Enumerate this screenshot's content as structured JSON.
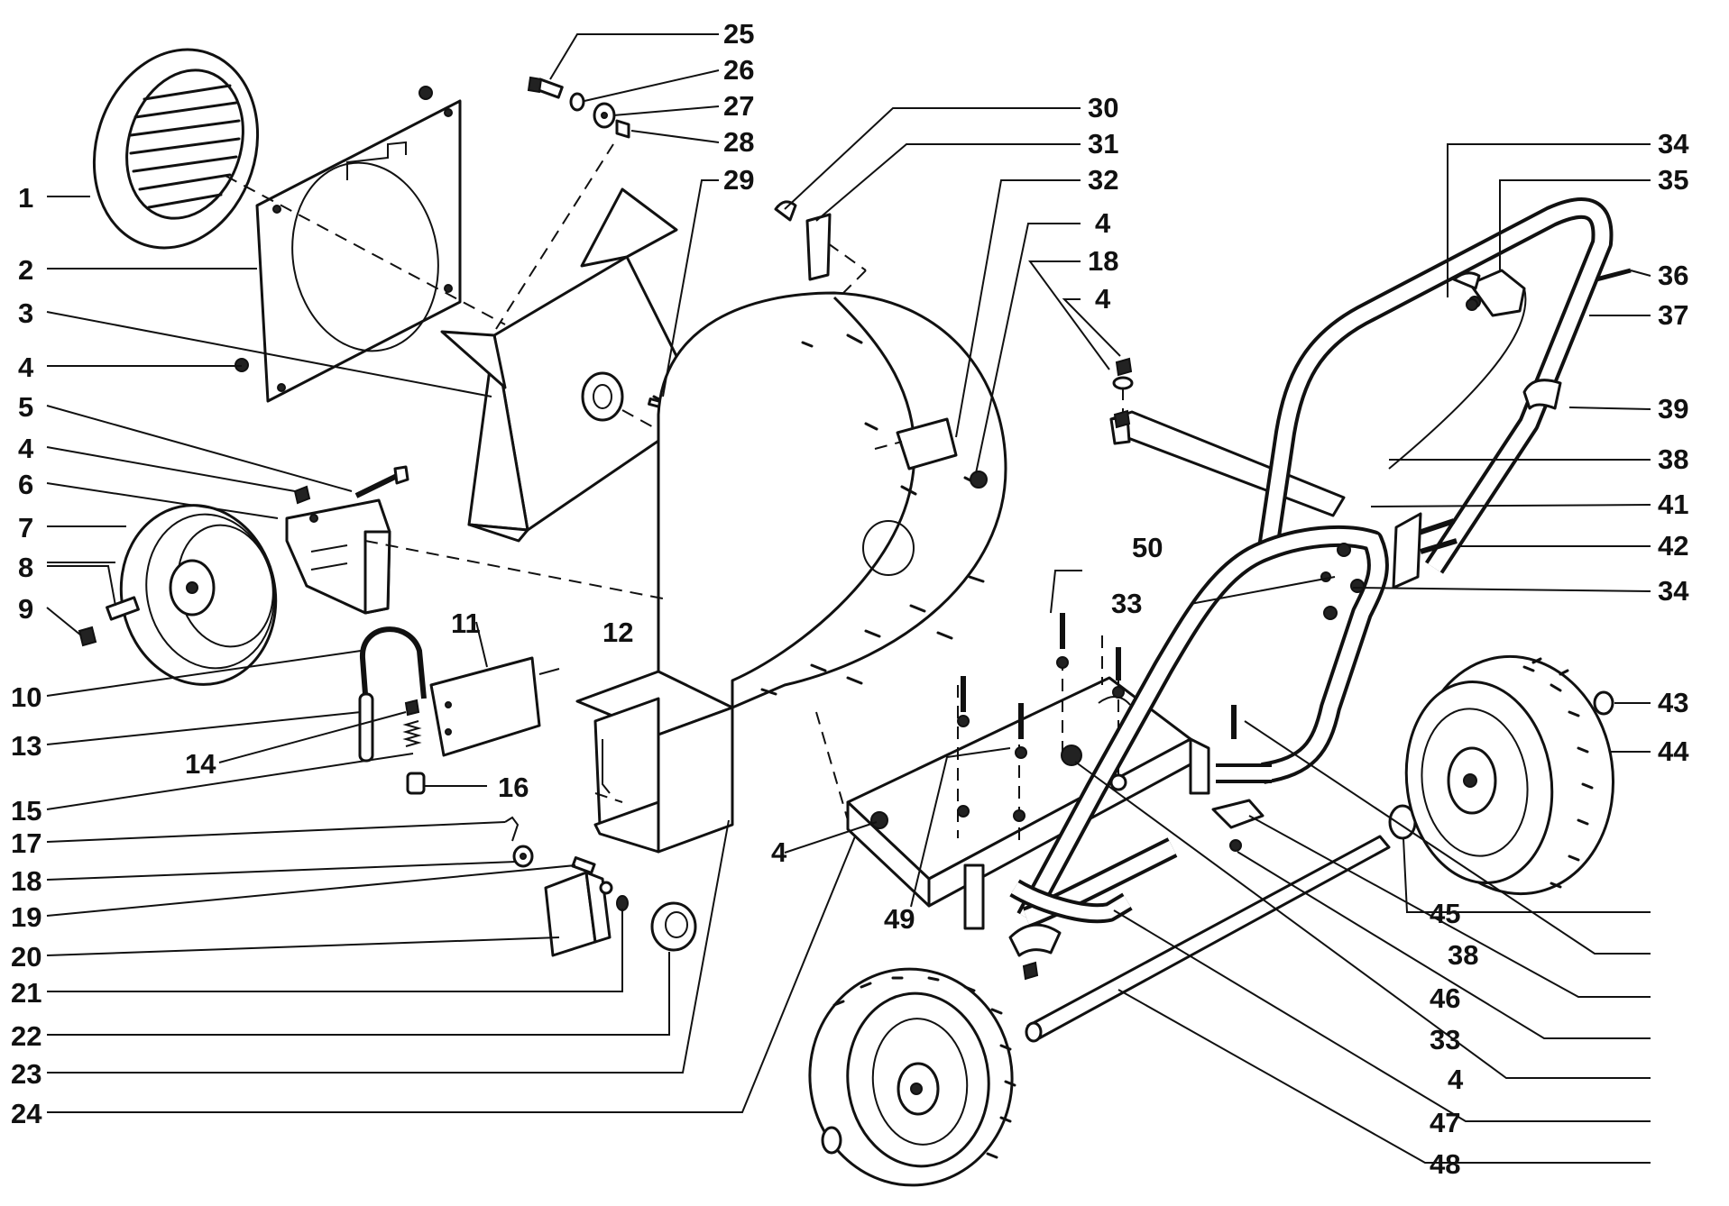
{
  "callouts": {
    "c1": "1",
    "c2": "2",
    "c3": "3",
    "c4a": "4",
    "c5": "5",
    "c4b": "4",
    "c6": "6",
    "c7": "7",
    "c8": "8",
    "c9": "9",
    "c10": "10",
    "c11": "11",
    "c12": "12",
    "c13": "13",
    "c14": "14",
    "c15": "15",
    "c16": "16",
    "c17": "17",
    "c18a": "18",
    "c19": "19",
    "c20": "20",
    "c21": "21",
    "c22": "22",
    "c23": "23",
    "c24": "24",
    "c25": "25",
    "c26": "26",
    "c27": "27",
    "c28": "28",
    "c29": "29",
    "c30": "30",
    "c31": "31",
    "c32": "32",
    "c4c": "4",
    "c18b": "18",
    "c4d": "4",
    "c34a": "34",
    "c35": "35",
    "c36": "36",
    "c37": "37",
    "c39": "39",
    "c38a": "38",
    "c41": "41",
    "c42": "42",
    "c50": "50",
    "c33a": "33",
    "c34b": "34",
    "c43": "43",
    "c44": "44",
    "c4e": "4",
    "c49": "49",
    "c45": "45",
    "c38b": "38",
    "c46": "46",
    "c33b": "33",
    "c4f": "4",
    "c47": "47",
    "c48": "48"
  }
}
